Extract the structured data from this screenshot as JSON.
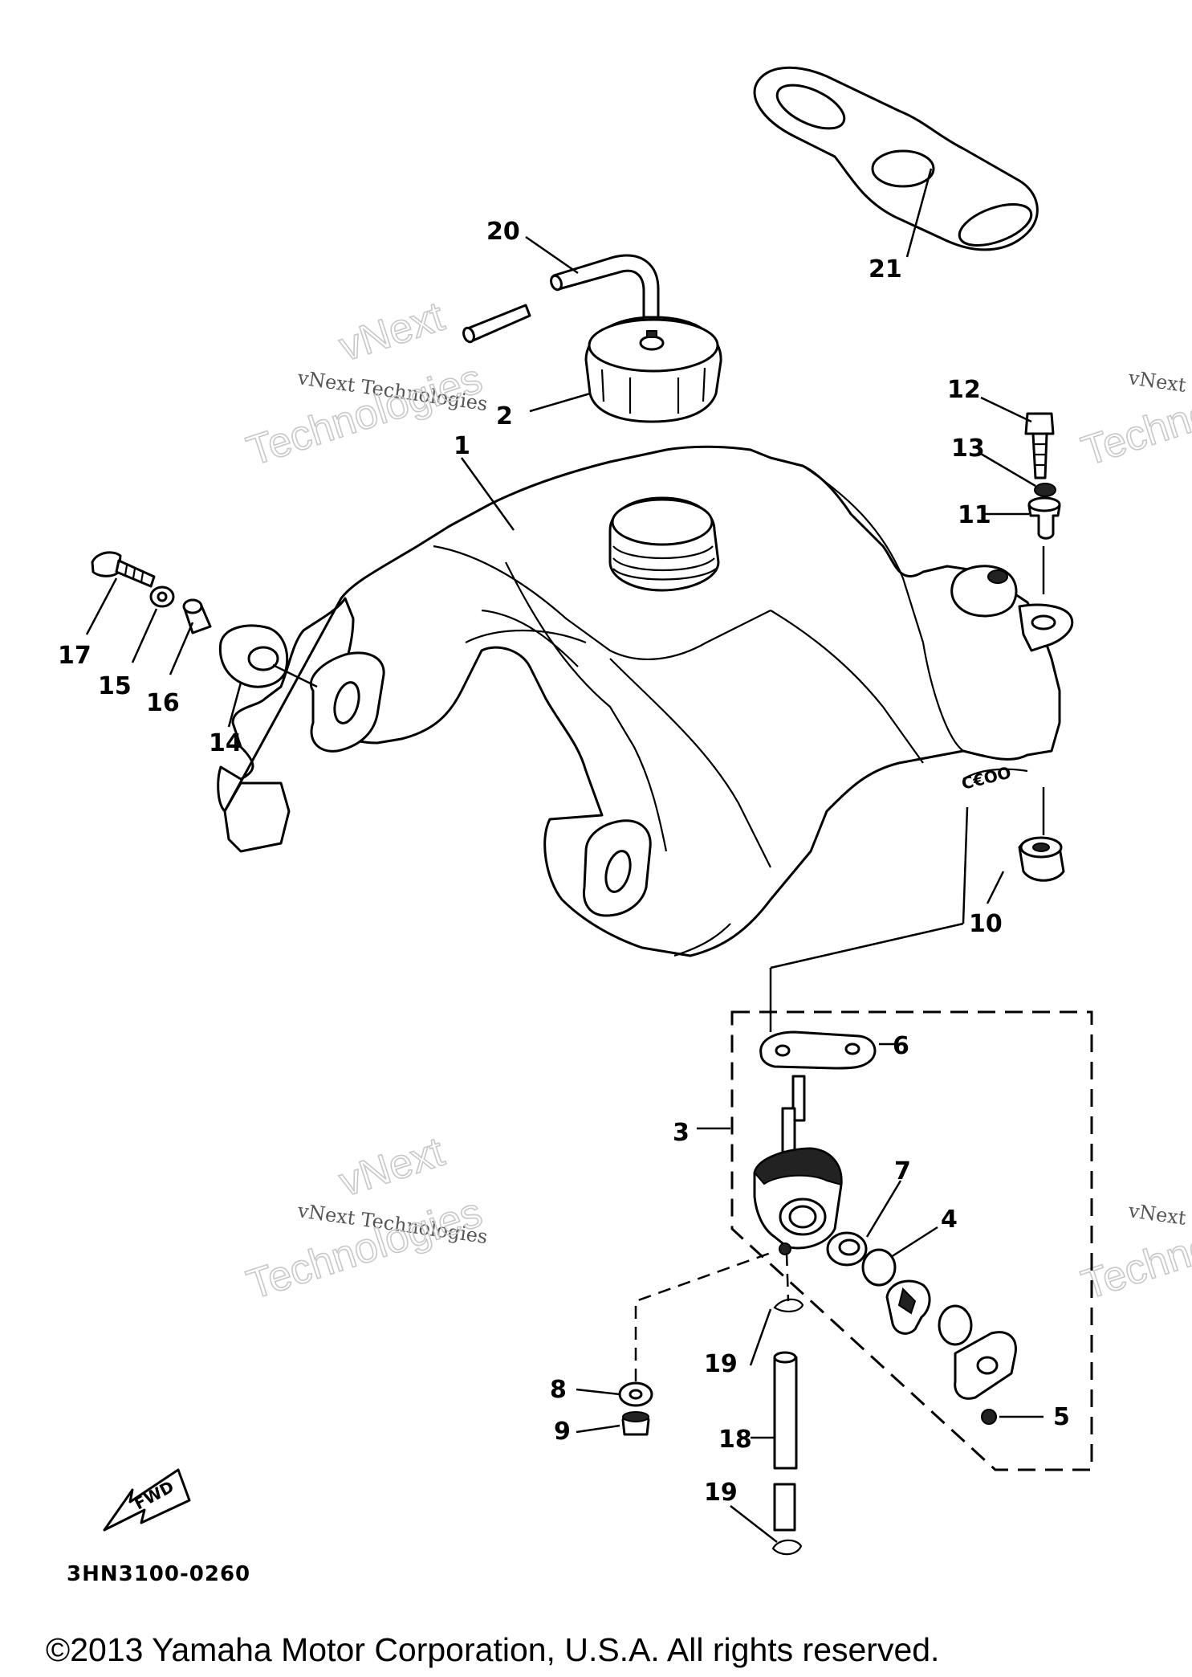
{
  "callouts": [
    "1",
    "2",
    "3",
    "4",
    "5",
    "6",
    "7",
    "8",
    "9",
    "10",
    "11",
    "12",
    "13",
    "14",
    "15",
    "16",
    "17",
    "18",
    "19",
    "19",
    "20",
    "21"
  ],
  "diagram_code": "3HN3100-0260",
  "fwd_label": "FWD",
  "watermark": {
    "line1": "vNext Technologies",
    "line2": "vNext",
    "line3": "Technologies"
  },
  "copyright": "©2013 Yamaha Motor Corporation, U.S.A. All rights reserved."
}
